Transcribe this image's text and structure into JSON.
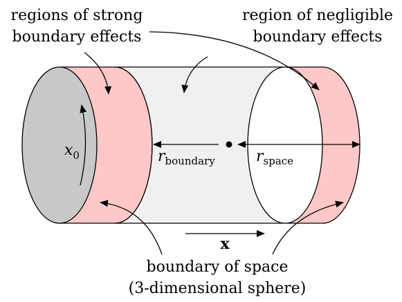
{
  "labels": {
    "strong_line1": "regions of strong",
    "strong_line2": "boundary effects",
    "negligible_line1": "region of negligible",
    "negligible_line2": "boundary effects",
    "boundary_line1": "boundary of space",
    "boundary_line2": "(3-dimensional sphere)"
  },
  "math": {
    "x0_base": "x",
    "x0_sub": "0",
    "r_base": "r",
    "r_boundary_sub": "boundary",
    "r_space_sub": "space",
    "x_vector": "x"
  },
  "colors": {
    "boundary_region": "#ffc8c8",
    "bulk_region": "#f0f0f0",
    "end_cap": "#c8c8c8"
  }
}
